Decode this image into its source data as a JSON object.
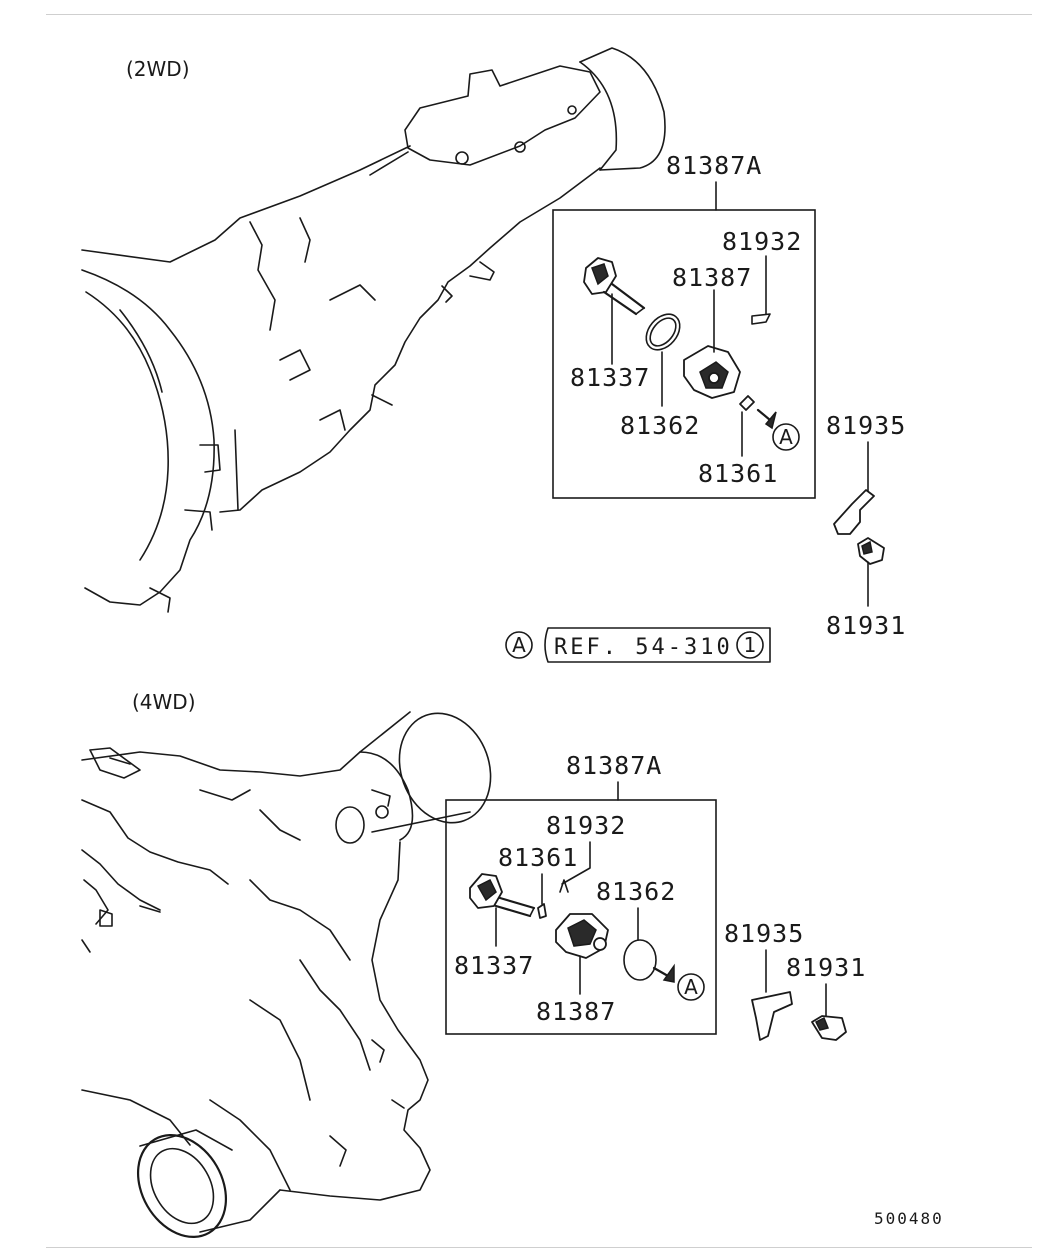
{
  "sections": {
    "top": {
      "title": "(2WD)",
      "kit_label": "81387A",
      "parts": [
        "81932",
        "81387",
        "81337",
        "81362",
        "81361",
        "81935",
        "81931"
      ],
      "marker": "A"
    },
    "bottom": {
      "title": "(4WD)",
      "kit_label": "81387A",
      "parts": [
        "81932",
        "81361",
        "81362",
        "81337",
        "81387",
        "81935",
        "81931"
      ],
      "marker": "A"
    }
  },
  "reference": {
    "marker": "A",
    "text": "REF. 54-310",
    "circled_number": "1"
  },
  "diagram_code": "500480"
}
